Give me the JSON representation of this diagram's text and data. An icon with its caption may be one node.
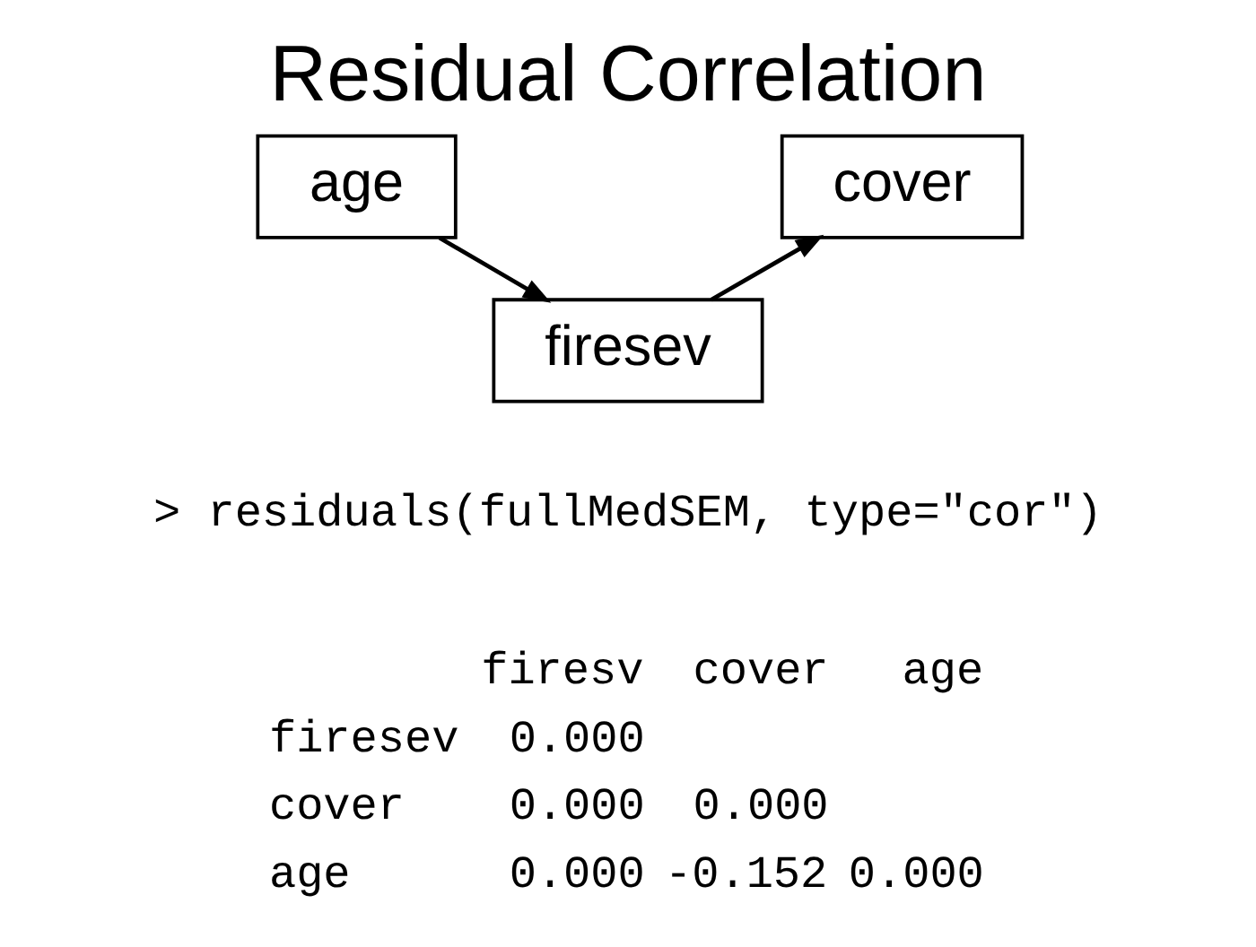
{
  "diagram": {
    "title": "Residual Correlation",
    "nodes": [
      {
        "text": [
          "age"
        ]
      },
      {
        "text": [
          "cover"
        ]
      },
      {
        "text": [
          "firesev"
        ]
      }
    ],
    "edges": [
      {
        "from": 0,
        "to": 2,
        "arrow": "to"
      },
      {
        "from": 2,
        "to": 1,
        "arrow": "to"
      }
    ],
    "labels": [
      "> residuals(fullMedSEM, type=\"cor\")",
      "firesv",
      "cover",
      "age",
      "firesev",
      "0.000",
      "cover",
      "0.000",
      "0.000",
      "age",
      "0.000",
      "-0.152",
      "0.000"
    ]
  }
}
